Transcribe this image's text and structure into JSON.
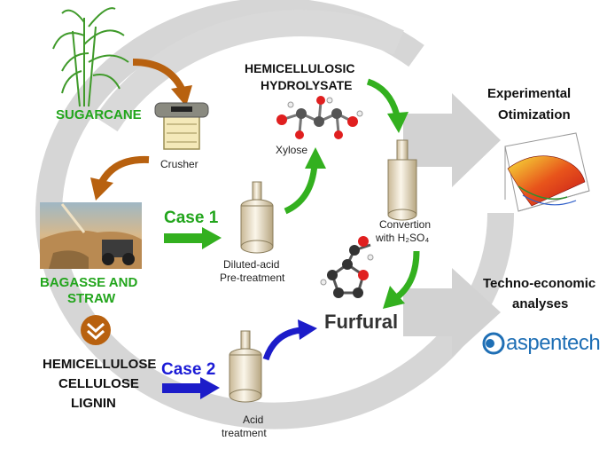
{
  "labels": {
    "sugarcane": "SUGARCANE",
    "crusher": "Crusher",
    "bagasse_line1": "BAGASSE AND",
    "bagasse_line2": "STRAW",
    "components_line1": "HEMICELLULOSE",
    "components_line2": "CELLULOSE",
    "components_line3": "LIGNIN",
    "case1": "Case 1",
    "case2": "Case 2",
    "diluted_line1": "Diluted-acid",
    "diluted_line2": "Pre-treatment",
    "acid_line1": "Acid",
    "acid_line2": "treatment",
    "hydrolysate_line1": "HEMICELLULOSIC",
    "hydrolysate_line2": "HYDROLYSATE",
    "xylose": "Xylose",
    "convertion_line1": "Convertion",
    "convertion_line2": "with H₂SO₄",
    "furfural": "Furfural",
    "experimental_line1": "Experimental",
    "experimental_line2": "Otimization",
    "techno_line1": "Techno-economic",
    "techno_line2": "analyses",
    "aspentech": "aspentech"
  },
  "colors": {
    "green_text": "#22a51c",
    "green_arrow": "#33b01f",
    "brown_arrow": "#b8610f",
    "blue_text": "#1b1bd6",
    "blue_arrow": "#1c1cc9",
    "gray_cycle": "#d9d9d9",
    "aspen_blue": "#1f6fb5"
  },
  "icons": [
    "sugarcane-plant-icon",
    "crusher-machine-icon",
    "bagasse-photo",
    "chevron-down-circle-icon",
    "reactor-vessel-icon",
    "xylose-molecule-icon",
    "furfural-molecule-icon",
    "surface-plot-icon",
    "aspentech-logo"
  ]
}
